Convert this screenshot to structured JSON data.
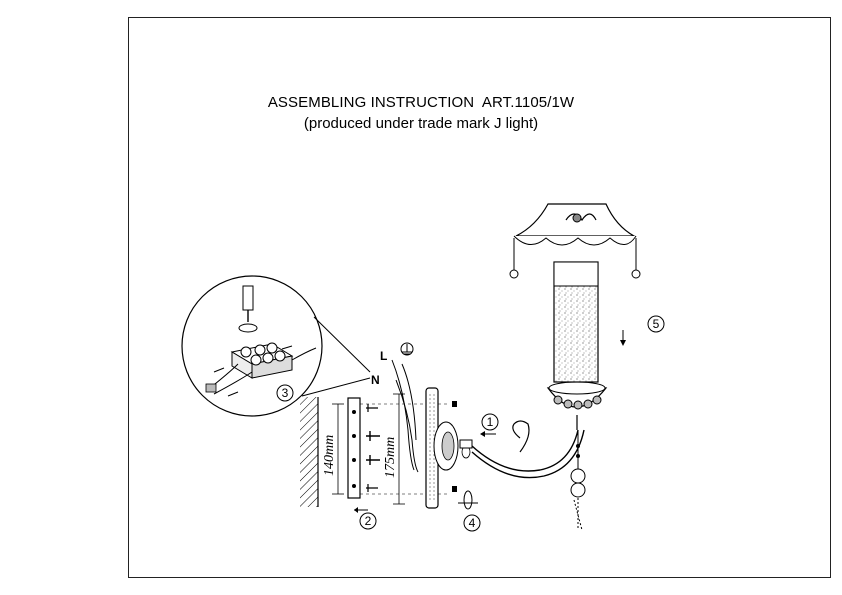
{
  "document": {
    "title": "ASSEMBLING INSTRUCTION  ART.1105/1W",
    "subtitle": "(produced under trade mark J light)"
  },
  "diagram": {
    "wire_labels": {
      "live": "L",
      "neutral": "N"
    },
    "dimensions": {
      "inner": "140mm",
      "outer": "175mm"
    },
    "steps": [
      "1",
      "2",
      "3",
      "4",
      "5"
    ]
  }
}
